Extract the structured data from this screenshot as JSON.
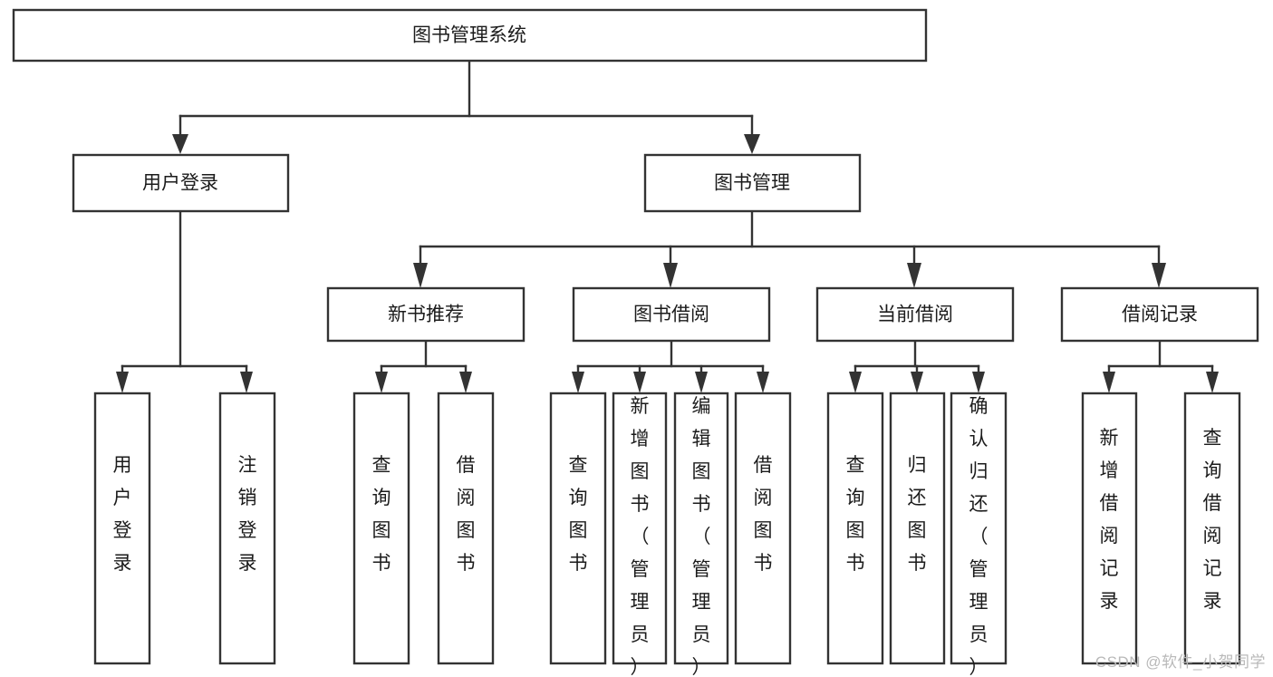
{
  "diagram": {
    "type": "tree-hierarchy-diagram",
    "title": "图书管理系统",
    "orientation": "top-down",
    "watermark": "CSDN @软件_小贺同学",
    "levels": [
      {
        "level": 1,
        "nodes": [
          {
            "id": "root",
            "label": "图书管理系统"
          }
        ]
      },
      {
        "level": 2,
        "nodes": [
          {
            "id": "user-login",
            "label": "用户登录",
            "parent": "root"
          },
          {
            "id": "book-manage",
            "label": "图书管理",
            "parent": "root"
          }
        ]
      },
      {
        "level": 3,
        "nodes": [
          {
            "id": "new-book-rec",
            "label": "新书推荐",
            "parent": "book-manage"
          },
          {
            "id": "book-borrow",
            "label": "图书借阅",
            "parent": "book-manage"
          },
          {
            "id": "current-borrow",
            "label": "当前借阅",
            "parent": "book-manage"
          },
          {
            "id": "borrow-record",
            "label": "借阅记录",
            "parent": "book-manage"
          }
        ]
      },
      {
        "level": 4,
        "nodes": [
          {
            "id": "leaf-1",
            "label": "用户登录",
            "parent": "user-login"
          },
          {
            "id": "leaf-2",
            "label": "注销登录",
            "parent": "user-login"
          },
          {
            "id": "leaf-3",
            "label": "查询图书",
            "parent": "new-book-rec"
          },
          {
            "id": "leaf-4",
            "label": "借阅图书",
            "parent": "new-book-rec"
          },
          {
            "id": "leaf-5",
            "label": "查询图书",
            "parent": "book-borrow"
          },
          {
            "id": "leaf-6",
            "label": "新增图书（管理员）",
            "parent": "book-borrow"
          },
          {
            "id": "leaf-7",
            "label": "编辑图书（管理员）",
            "parent": "book-borrow"
          },
          {
            "id": "leaf-8",
            "label": "借阅图书",
            "parent": "book-borrow"
          },
          {
            "id": "leaf-9",
            "label": "查询图书",
            "parent": "current-borrow"
          },
          {
            "id": "leaf-10",
            "label": "归还图书",
            "parent": "current-borrow"
          },
          {
            "id": "leaf-11",
            "label": "确认归还（管理员）",
            "parent": "current-borrow"
          },
          {
            "id": "leaf-12",
            "label": "新增借阅记录",
            "parent": "borrow-record"
          },
          {
            "id": "leaf-13",
            "label": "查询借阅记录",
            "parent": "borrow-record"
          }
        ]
      }
    ],
    "colors": {
      "box_fill": "#ffffff",
      "box_stroke": "#333333",
      "text": "#1b1b1b",
      "watermark": "#b9b9b9",
      "background": "#ffffff"
    }
  }
}
